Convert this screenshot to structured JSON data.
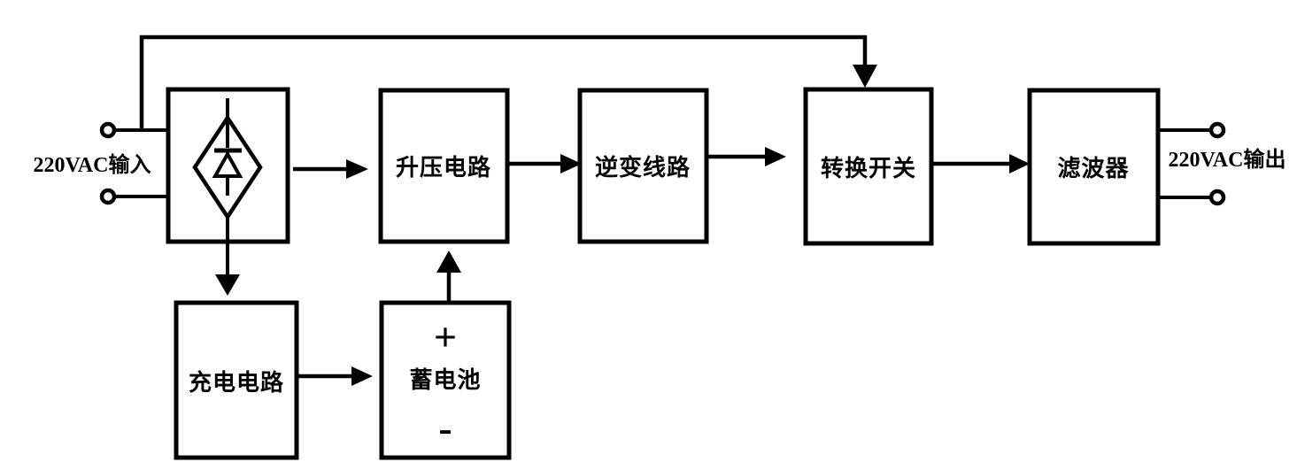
{
  "colors": {
    "line": "#000000",
    "background": "#ffffff"
  },
  "labels": {
    "input": "220VAC输入",
    "output": "220VAC输出",
    "boost": "升压电路",
    "inverter": "逆变线路",
    "transfer_switch": "转换开关",
    "filter": "滤波器",
    "charger": "充电电路",
    "battery": "蓄电池",
    "battery_plus": "+",
    "battery_minus": "-"
  }
}
